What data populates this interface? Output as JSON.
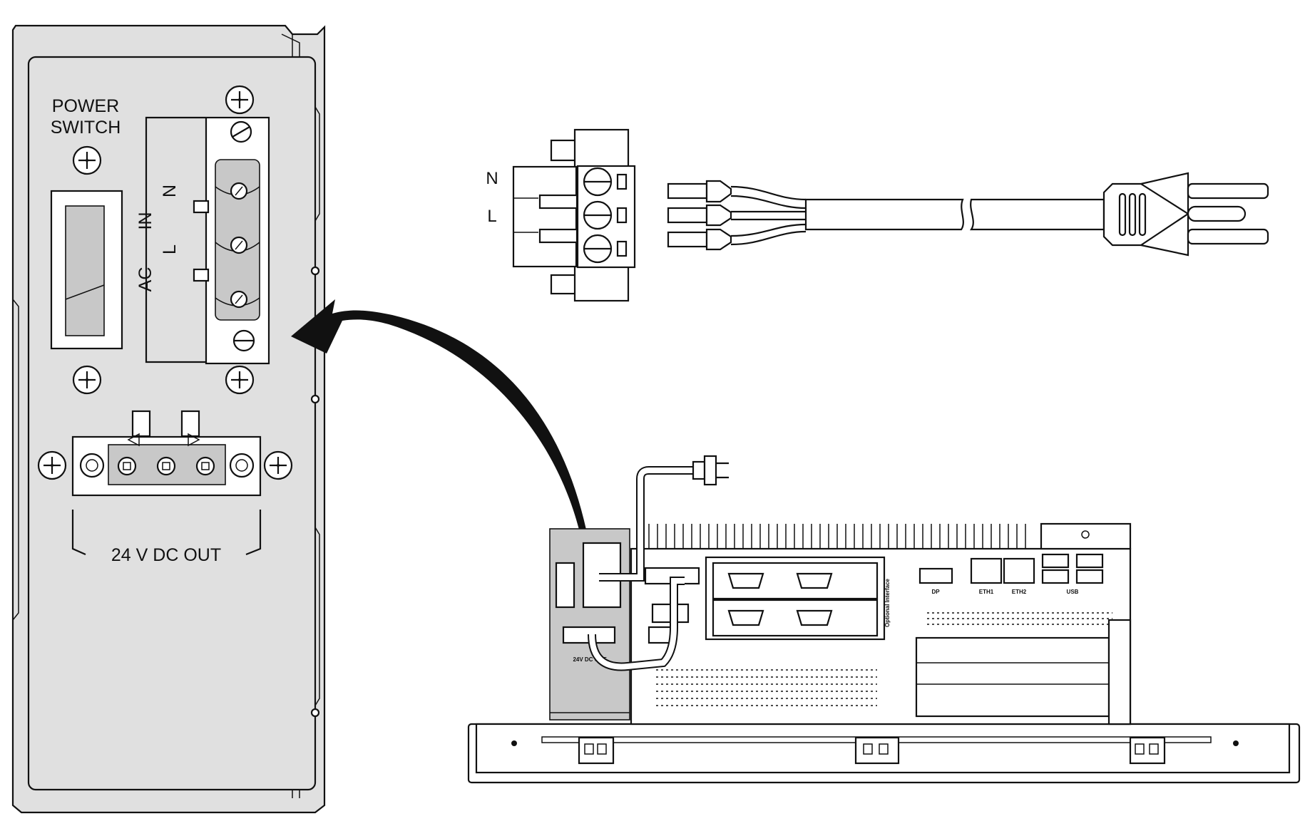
{
  "panel": {
    "power_switch_line1": "POWER",
    "power_switch_line2": "SWITCH",
    "ac_label": "AC",
    "in_label": "IN",
    "l_label": "L",
    "n_label": "N",
    "dc_out_label": "24 V DC OUT"
  },
  "connector": {
    "n_label": "N",
    "l_label": "L"
  },
  "device": {
    "dp_label": "DP",
    "eth1_label": "ETH1",
    "eth2_label": "ETH2",
    "usb_label": "USB",
    "optional_interface_label": "Optional Interface",
    "dc_label": "24V DC OUT"
  }
}
